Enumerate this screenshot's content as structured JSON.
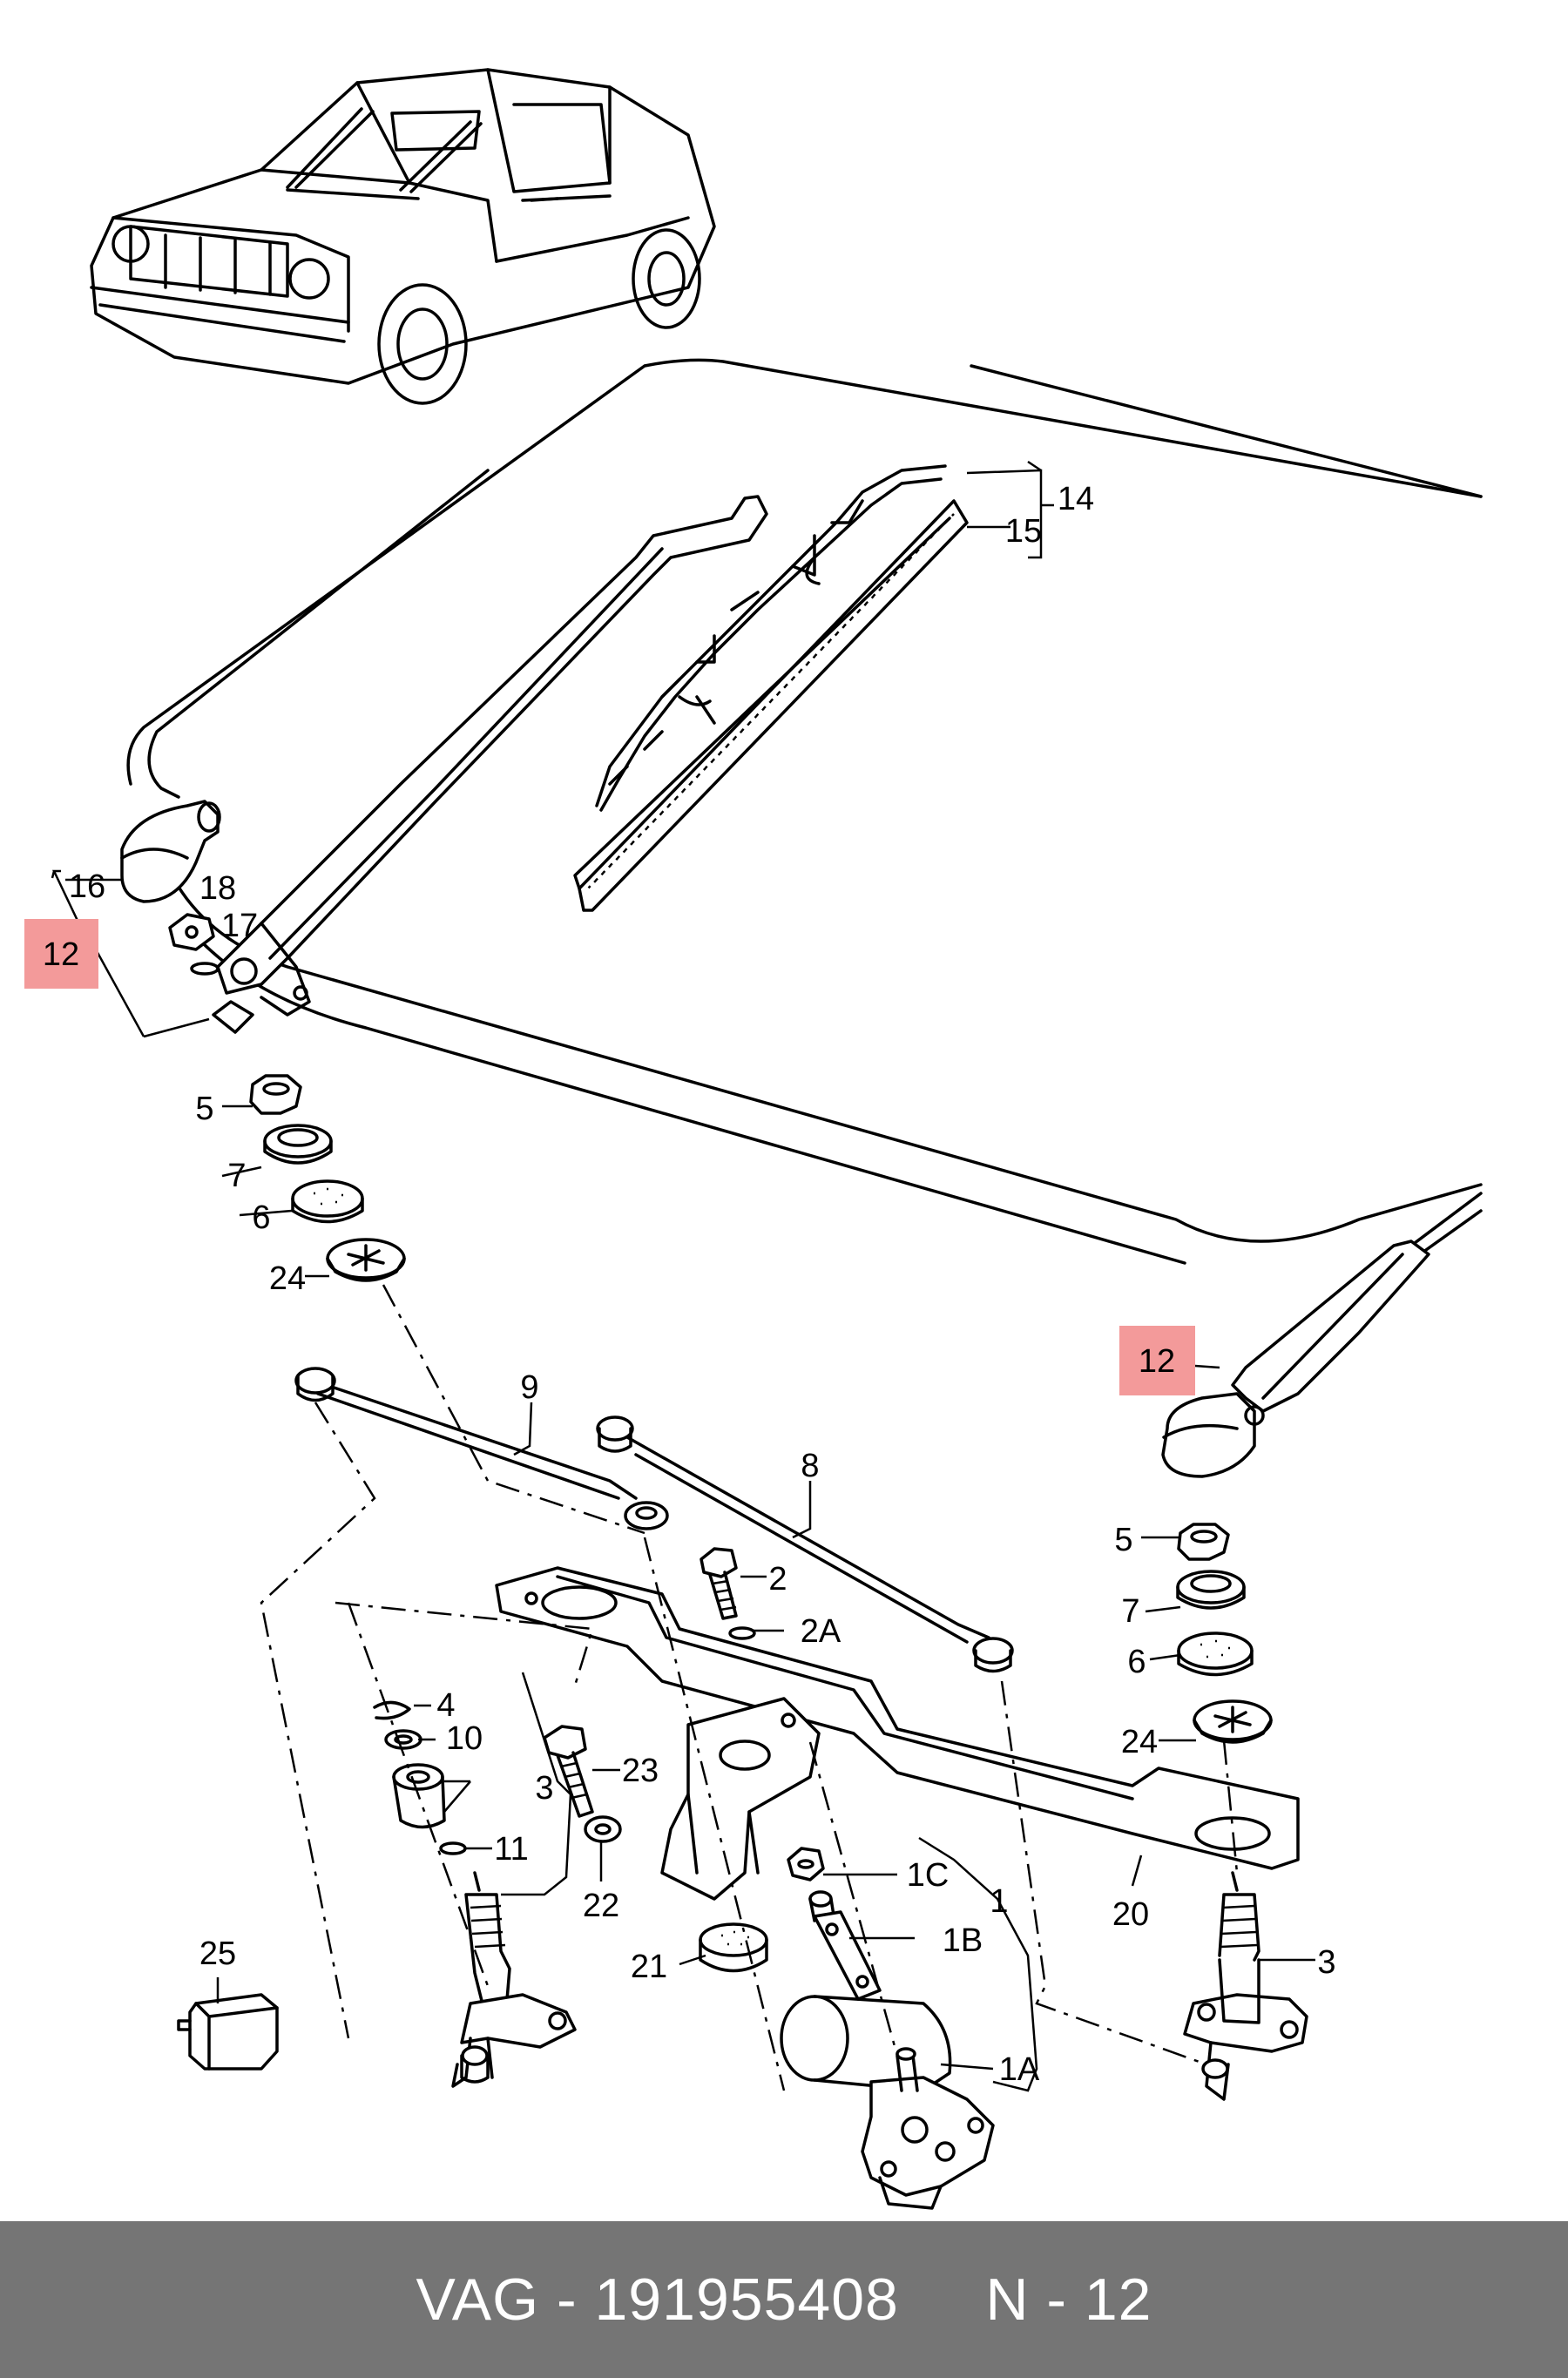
{
  "callouts": {
    "c12_left": "12",
    "c12_right": "12",
    "c16": "16",
    "c18": "18",
    "c17": "17",
    "c14": "14",
    "c15": "15",
    "c5_left": "5",
    "c7_left": "7",
    "c6_left": "6",
    "c24_left": "24",
    "c9": "9",
    "c8": "8",
    "c2": "2",
    "c2A": "2A",
    "c4": "4",
    "c10": "10",
    "c3_left": "3",
    "c11": "11",
    "c23": "23",
    "c22": "22",
    "c21": "21",
    "c1C": "1C",
    "c1": "1",
    "c1B": "1B",
    "c1A": "1A",
    "c20": "20",
    "c5_right": "5",
    "c7_right": "7",
    "c6_right": "6",
    "c24_right": "24",
    "c3_right": "3",
    "c25": "25"
  },
  "highlight_color": "#f39a9a",
  "footer": {
    "text": "VAG - 191955408     N - 12",
    "background": "#757575"
  }
}
